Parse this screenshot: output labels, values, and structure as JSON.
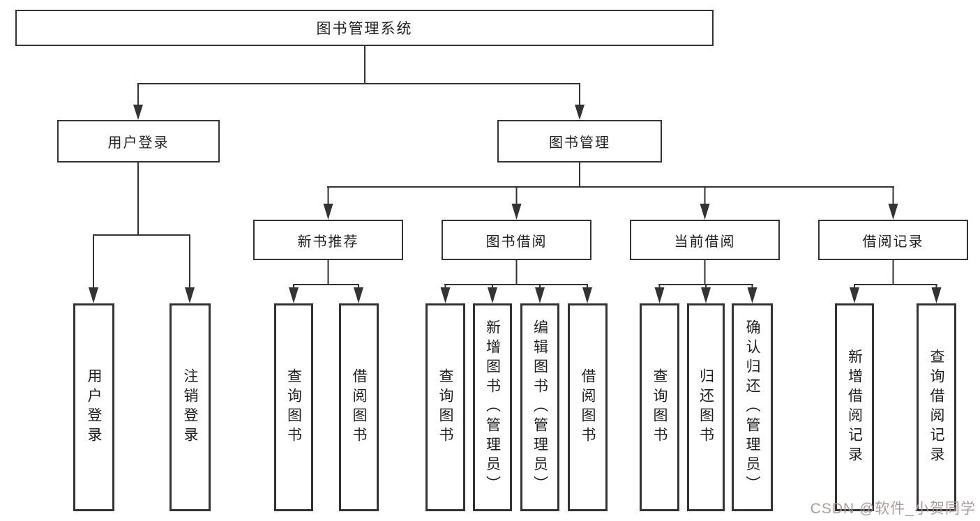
{
  "diagram": {
    "root": {
      "label": "图书管理系统"
    },
    "user_branch": {
      "label": "用户登录",
      "children": [
        "用户登录",
        "注销登录"
      ]
    },
    "book_branch": {
      "label": "图书管理",
      "modules": [
        {
          "label": "新书推荐",
          "children": [
            "查询图书",
            "借阅图书"
          ]
        },
        {
          "label": "图书借阅",
          "children": [
            "查询图书",
            "新增图书（管理员）",
            "编辑图书（管理员）",
            "借阅图书"
          ]
        },
        {
          "label": "当前借阅",
          "children": [
            "查询图书",
            "归还图书",
            "确认归还（管理员）"
          ]
        },
        {
          "label": "借阅记录",
          "children": [
            "新增借阅记录",
            "查询借阅记录"
          ]
        }
      ]
    }
  },
  "watermark": {
    "text": "CSDN @软件_小贺同学"
  },
  "colors": {
    "line": "#333333",
    "box_border": "#333333",
    "background": "#ffffff",
    "text": "#1f1f1f",
    "watermark": "#a89696"
  }
}
